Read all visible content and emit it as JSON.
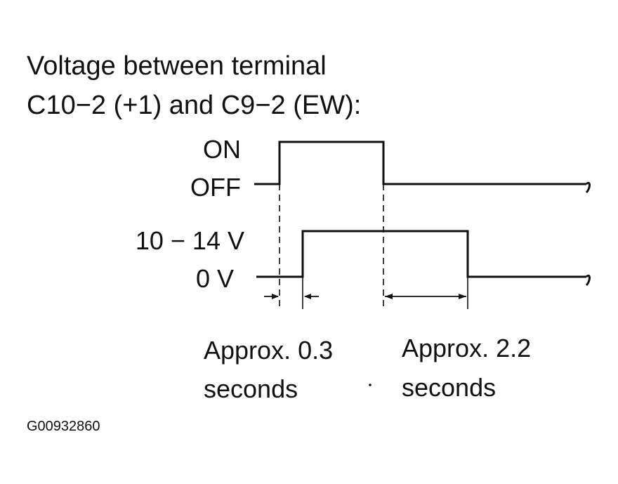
{
  "title": {
    "line1": "Voltage between terminal",
    "line2": "C10−2 (+1) and C9−2 (EW):"
  },
  "signal1": {
    "high_label": "ON",
    "low_label": "OFF"
  },
  "signal2": {
    "high_label": "10 − 14 V",
    "low_label": "0 V"
  },
  "interval1": {
    "line1": "Approx.  0.3",
    "line2": "seconds"
  },
  "interval2": {
    "line1": "Approx.  2.2",
    "line2": "seconds"
  },
  "figure_id": "G00932860"
}
